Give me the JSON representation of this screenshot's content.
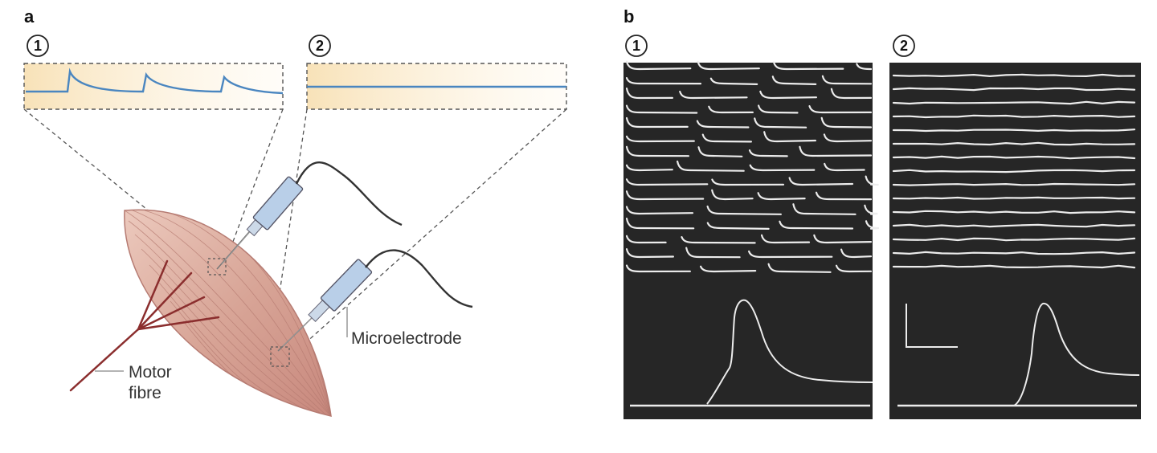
{
  "panels": {
    "a": {
      "letter": "a",
      "markers": [
        "1",
        "2"
      ]
    },
    "b": {
      "letter": "b",
      "markers": [
        "1",
        "2"
      ]
    }
  },
  "labels": {
    "motor_line1": "Motor",
    "motor_line2": "fibre",
    "microelectrode": "Microelectrode"
  },
  "colors": {
    "trace_blue": "#4a86c0",
    "box_fill_start": "#f8e2b8",
    "muscle_fill": "#d7a89b",
    "muscle_edge": "#a8716c",
    "nerve": "#8b2e2e",
    "electrode_body": "#b9cfe8",
    "recording_bg": "#262626",
    "recording_trace": "#ececec"
  }
}
